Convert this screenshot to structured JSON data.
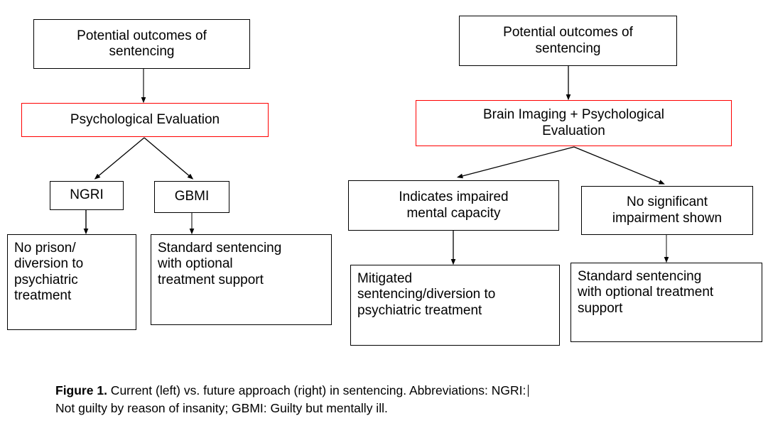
{
  "figure": {
    "title_prefix": "Figure 1.",
    "caption_line1": " Current (left) vs. future approach (right) in sentencing. Abbreviations: NGRI:",
    "caption_line2": "Not guilty by reason of insanity; GBMI: Guilty but mentally ill."
  },
  "colors": {
    "highlight_border": "#ff0000",
    "node_border": "#000000",
    "background": "#ffffff",
    "text": "#000000"
  },
  "chart_data": {
    "type": "diagram",
    "title": "Current (left) vs. future approach (right) in sentencing",
    "subtype": "flowchart",
    "panels": [
      {
        "id": "left",
        "name": "Current approach",
        "nodes": [
          {
            "id": "L1",
            "label": "Potential outcomes of sentencing",
            "highlight": false
          },
          {
            "id": "L2",
            "label": "Psychological Evaluation",
            "highlight": true
          },
          {
            "id": "L3",
            "label": "NGRI",
            "highlight": false
          },
          {
            "id": "L4",
            "label": "GBMI",
            "highlight": false
          },
          {
            "id": "L5",
            "label": "No prison/ diversion to psychiatric treatment",
            "highlight": false
          },
          {
            "id": "L6",
            "label": "Standard sentencing with optional treatment support",
            "highlight": false
          }
        ],
        "edges": [
          {
            "from": "L1",
            "to": "L2"
          },
          {
            "from": "L2",
            "to": "L3"
          },
          {
            "from": "L2",
            "to": "L4"
          },
          {
            "from": "L3",
            "to": "L5"
          },
          {
            "from": "L4",
            "to": "L6"
          }
        ]
      },
      {
        "id": "right",
        "name": "Future approach",
        "nodes": [
          {
            "id": "R1",
            "label": "Potential outcomes of sentencing",
            "highlight": false
          },
          {
            "id": "R2",
            "label": "Brain Imaging + Psychological Evaluation",
            "highlight": true
          },
          {
            "id": "R3",
            "label": "Indicates impaired mental capacity",
            "highlight": false
          },
          {
            "id": "R4",
            "label": "No significant impairment shown",
            "highlight": false
          },
          {
            "id": "R5",
            "label": "Mitigated sentencing/diversion to psychiatric treatment",
            "highlight": false
          },
          {
            "id": "R6",
            "label": "Standard sentencing with optional treatment support",
            "highlight": false
          }
        ],
        "edges": [
          {
            "from": "R1",
            "to": "R2"
          },
          {
            "from": "R2",
            "to": "R3"
          },
          {
            "from": "R2",
            "to": "R4"
          },
          {
            "from": "R3",
            "to": "R5"
          },
          {
            "from": "R4",
            "to": "R6"
          }
        ]
      }
    ]
  },
  "left_panel": {
    "root": {
      "line1": "Potential outcomes of",
      "line2": "sentencing"
    },
    "evaluation": "Psychological Evaluation",
    "branch_a": "NGRI",
    "branch_b": "GBMI",
    "outcome_a": {
      "line1": "No prison/",
      "line2": "diversion to",
      "line3": "psychiatric",
      "line4": "treatment"
    },
    "outcome_b": {
      "line1": "Standard sentencing",
      "line2": "with optional",
      "line3": "treatment support"
    }
  },
  "right_panel": {
    "root": {
      "line1": "Potential outcomes of",
      "line2": "sentencing"
    },
    "evaluation": {
      "line1": "Brain Imaging + Psychological",
      "line2": "Evaluation"
    },
    "branch_a": {
      "line1": "Indicates impaired",
      "line2": "mental capacity"
    },
    "branch_b": {
      "line1": "No significant",
      "line2": "impairment shown"
    },
    "outcome_a": {
      "line1": "Mitigated",
      "line2": "sentencing/diversion to",
      "line3": "psychiatric treatment"
    },
    "outcome_b": {
      "line1": "Standard sentencing",
      "line2": "with optional treatment",
      "line3": "support"
    }
  }
}
